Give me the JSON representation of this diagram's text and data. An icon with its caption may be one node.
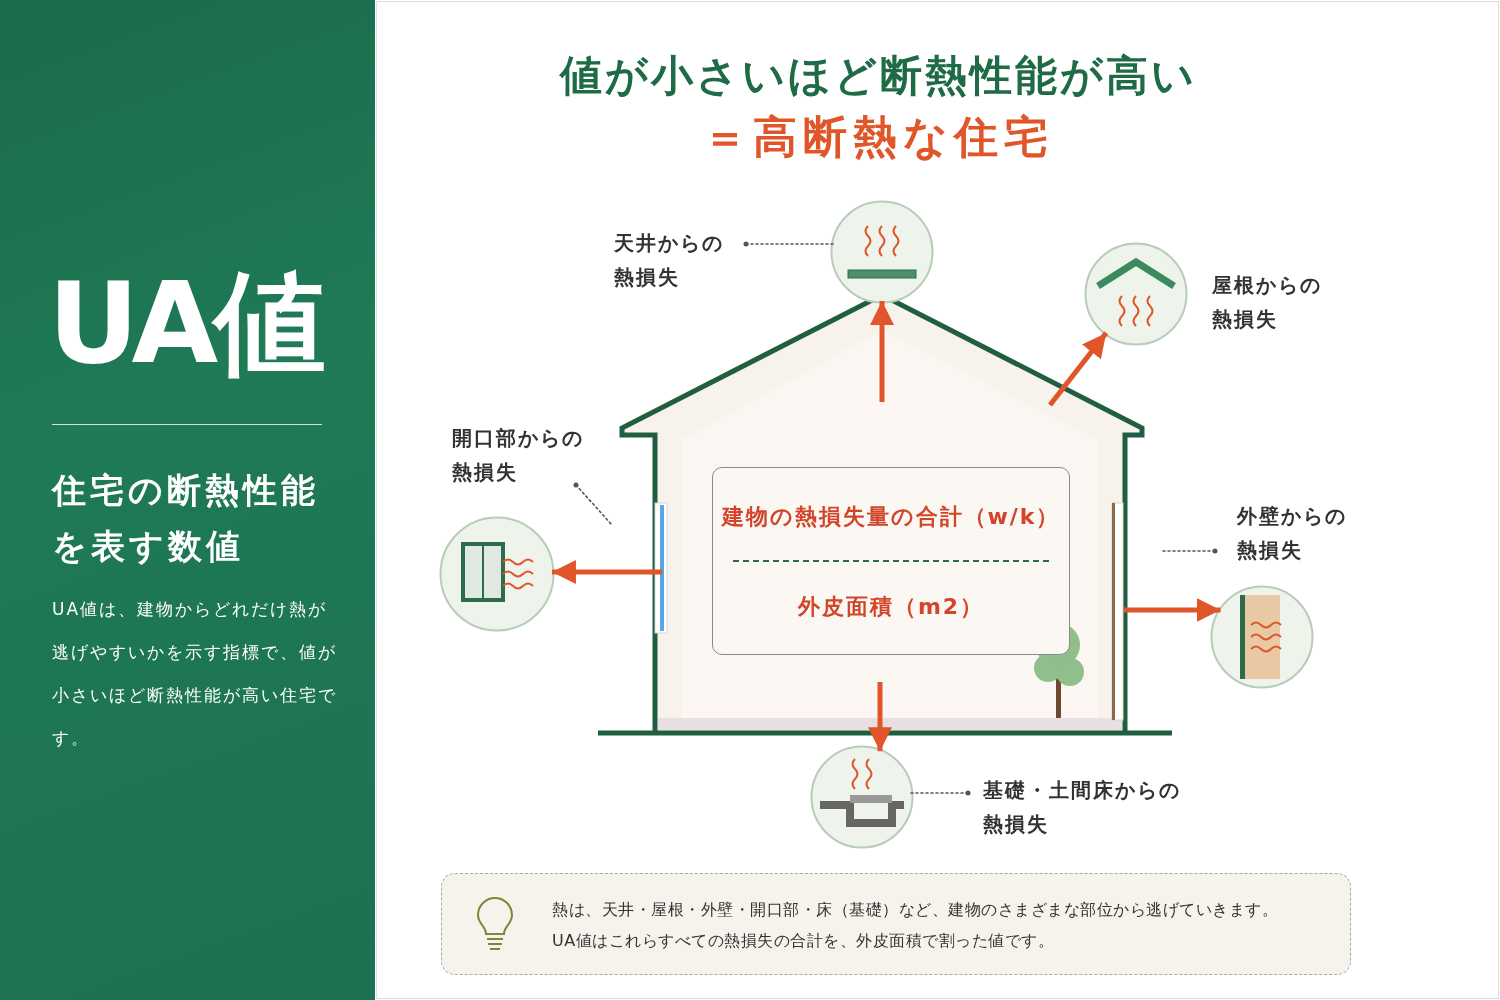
{
  "diagram": {
    "title": "値が小さいほど断熱性能が高い",
    "nodes": [
      {
        "text": [],
        "shape": "house"
      },
      {
        "text": [
          "建物の熱損失量の合計（w/k）",
          "外皮面積（m2）"
        ],
        "in": 0
      },
      {
        "text": [],
        "shape": "picture"
      },
      {
        "text": [],
        "shape": "picture",
        "beside": [
          "屋根からの熱損失"
        ]
      },
      {
        "text": [],
        "shape": "picture"
      },
      {
        "text": [],
        "shape": "picture"
      },
      {
        "text": [],
        "shape": "picture"
      },
      {
        "text": [
          "天井からの熱損失"
        ]
      },
      {
        "text": [
          "開口部からの熱損失"
        ]
      },
      {
        "text": [
          "外壁からの熱損失"
        ]
      },
      {
        "text": [
          "基礎・土間床からの熱損失"
        ]
      },
      {
        "text": [
          "熱は、天井・屋根・外壁・開口部・床（基礎）など、建物のさまざまな部位から逃げていきます。",
          "UA値はこれらすべての熱損失の合計を、外皮面積で割った値です。"
        ]
      }
    ],
    "edges": [
      {
        "from": null,
        "to": 2,
        "arrow": "to",
        "color": "#e0562a"
      },
      {
        "from": 0,
        "to": 3,
        "arrow": "to",
        "color": "#e0562a"
      },
      {
        "from": 0,
        "to": 4,
        "arrow": "to",
        "color": "#e0562a"
      },
      {
        "from": 0,
        "to": 5,
        "arrow": "to",
        "color": "#e0562a"
      },
      {
        "from": null,
        "to": 6,
        "arrow": "to",
        "color": "#e0562a"
      },
      {
        "from": 7,
        "to": 2,
        "arrow": "other",
        "style": "dashed",
        "color": "#555555"
      },
      {
        "from": 8,
        "to": null,
        "arrow": "other",
        "style": "dashed",
        "color": "#555555"
      },
      {
        "from": 9,
        "to": null,
        "arrow": "other",
        "style": "dashed",
        "color": "#555555"
      },
      {
        "from": 10,
        "to": 6,
        "arrow": "other",
        "style": "dashed",
        "color": "#555555"
      }
    ],
    "labels": [
      "＝高断熱な住宅",
      "UA値",
      "住宅の断熱性能を表す数値",
      "UA値は、建物からどれだけ熱が逃げやすいかを示す指標で、値が小さいほど断熱性能が高い住宅です。"
    ]
  }
}
